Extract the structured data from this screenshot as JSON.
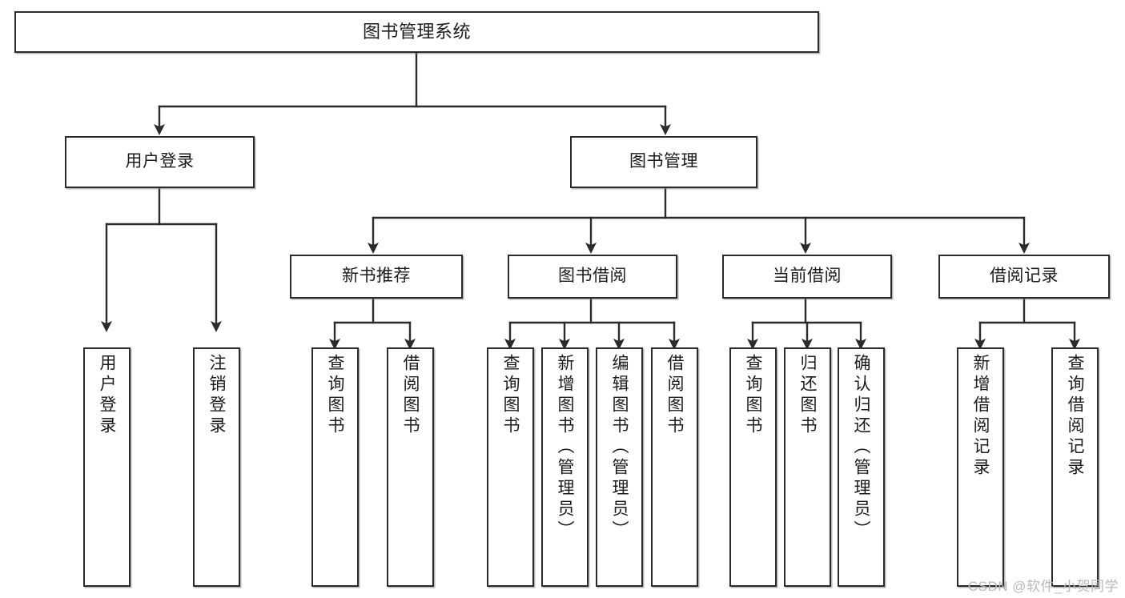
{
  "diagram": {
    "title": "图书管理系统",
    "type": "tree",
    "watermark": "CSDN @软件_小贺同学",
    "line_color": "#2b2b2b",
    "box_fill": "#ffffff",
    "text_color": "#1b1b1b"
  },
  "nodes": {
    "root": {
      "label": "图书管理系统"
    },
    "level2": [
      {
        "id": "user-login",
        "label": "用户登录"
      },
      {
        "id": "book-manage",
        "label": "图书管理"
      }
    ],
    "level3": [
      {
        "id": "new-book-recommend",
        "label": "新书推荐"
      },
      {
        "id": "book-borrow",
        "label": "图书借阅"
      },
      {
        "id": "current-borrow",
        "label": "当前借阅"
      },
      {
        "id": "borrow-record",
        "label": "借阅记录"
      }
    ],
    "leaves": {
      "user_login": [
        {
          "id": "leaf-user-login",
          "label": "用户登录"
        },
        {
          "id": "leaf-logout-login",
          "label": "注销登录"
        }
      ],
      "new_book_recommend": [
        {
          "id": "leaf-query-book-1",
          "label": "查询图书"
        },
        {
          "id": "leaf-borrow-book-1",
          "label": "借阅图书"
        }
      ],
      "book_borrow": [
        {
          "id": "leaf-query-book-2",
          "label": "查询图书"
        },
        {
          "id": "leaf-add-book-admin",
          "label": "新增图书（管理员）"
        },
        {
          "id": "leaf-edit-book-admin",
          "label": "编辑图书（管理员）"
        },
        {
          "id": "leaf-borrow-book-2",
          "label": "借阅图书"
        }
      ],
      "current_borrow": [
        {
          "id": "leaf-query-book-3",
          "label": "查询图书"
        },
        {
          "id": "leaf-return-book",
          "label": "归还图书"
        },
        {
          "id": "leaf-confirm-return-admin",
          "label": "确认归还（管理员）"
        }
      ],
      "borrow_record": [
        {
          "id": "leaf-add-borrow-record",
          "label": "新增借阅记录"
        },
        {
          "id": "leaf-query-borrow-record",
          "label": "查询借阅记录"
        }
      ]
    }
  }
}
